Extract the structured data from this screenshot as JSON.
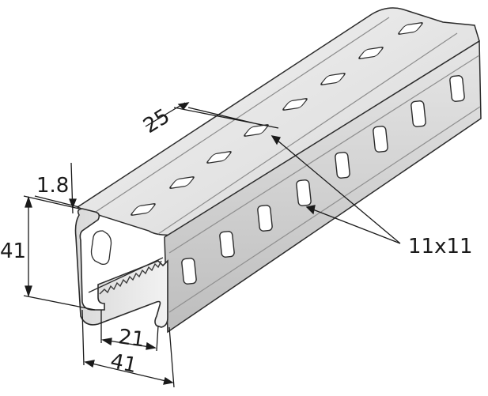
{
  "dimensions": {
    "slot_pitch": "25",
    "wall_thickness": "1.8",
    "height": "41",
    "slot_opening": "21",
    "width": "41",
    "hole_size": "11x11"
  },
  "colors": {
    "steel_light": "#ebebeb",
    "steel_mid": "#cfcfcf",
    "steel_dark": "#9a9a9a",
    "outline": "#2b2b2b",
    "dimension_line": "#1a1a1a"
  }
}
